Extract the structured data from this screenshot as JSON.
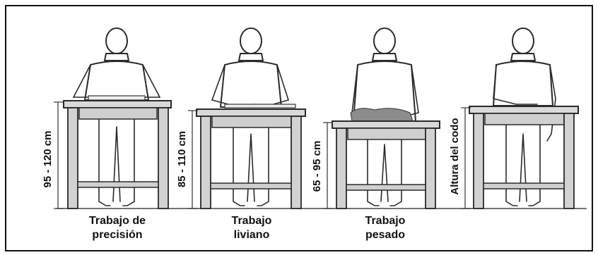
{
  "stations": [
    {
      "key": "precision",
      "height_label": "95 - 120 cm",
      "caption": [
        "Trabajo de",
        "precisión"
      ]
    },
    {
      "key": "light",
      "height_label": "85 - 110 cm",
      "caption": [
        "Trabajo",
        "liviano"
      ]
    },
    {
      "key": "heavy",
      "height_label": "65 - 95 cm",
      "caption": [
        "Trabajo",
        "pesado"
      ]
    },
    {
      "key": "elbow",
      "height_label": "Altura del codo",
      "caption": []
    }
  ]
}
